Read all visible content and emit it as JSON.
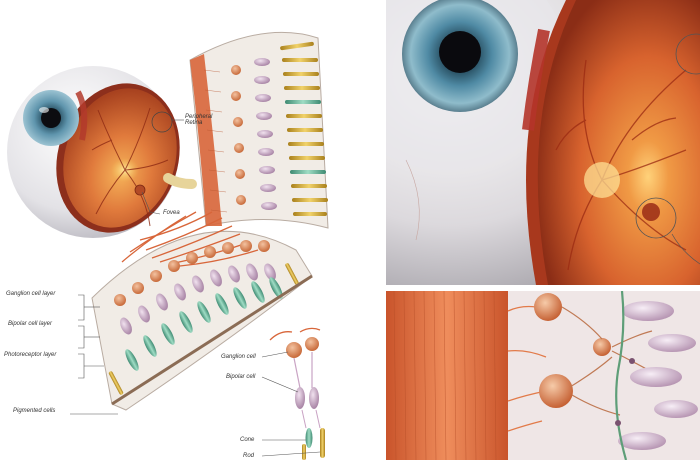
{
  "labels": {
    "peripheral_retina": [
      "Peripheral",
      "Retina"
    ],
    "fovea": "Fovea",
    "ganglion_cell_layer": "Ganglion cell layer",
    "bipolar_cell_layer": "Bipolar cell layer",
    "photoreceptor_layer": "Photoreceptor layer",
    "pigmented_cells": "Pigmented cells",
    "ganglion_cell": "Ganglion cell",
    "bipolar_cell": "Bipolar cell",
    "cone": "Cone",
    "rod": "Rod"
  },
  "colors": {
    "iris": "#5f95ad",
    "retina": "#e07a3c",
    "fovea_glow": "#f2c15a",
    "ganglion": "#d98a5a",
    "bipolar": "#c9a3c4",
    "cone": "#6bb59c",
    "rod": "#d8b23a",
    "fibers": "#d8663a"
  }
}
